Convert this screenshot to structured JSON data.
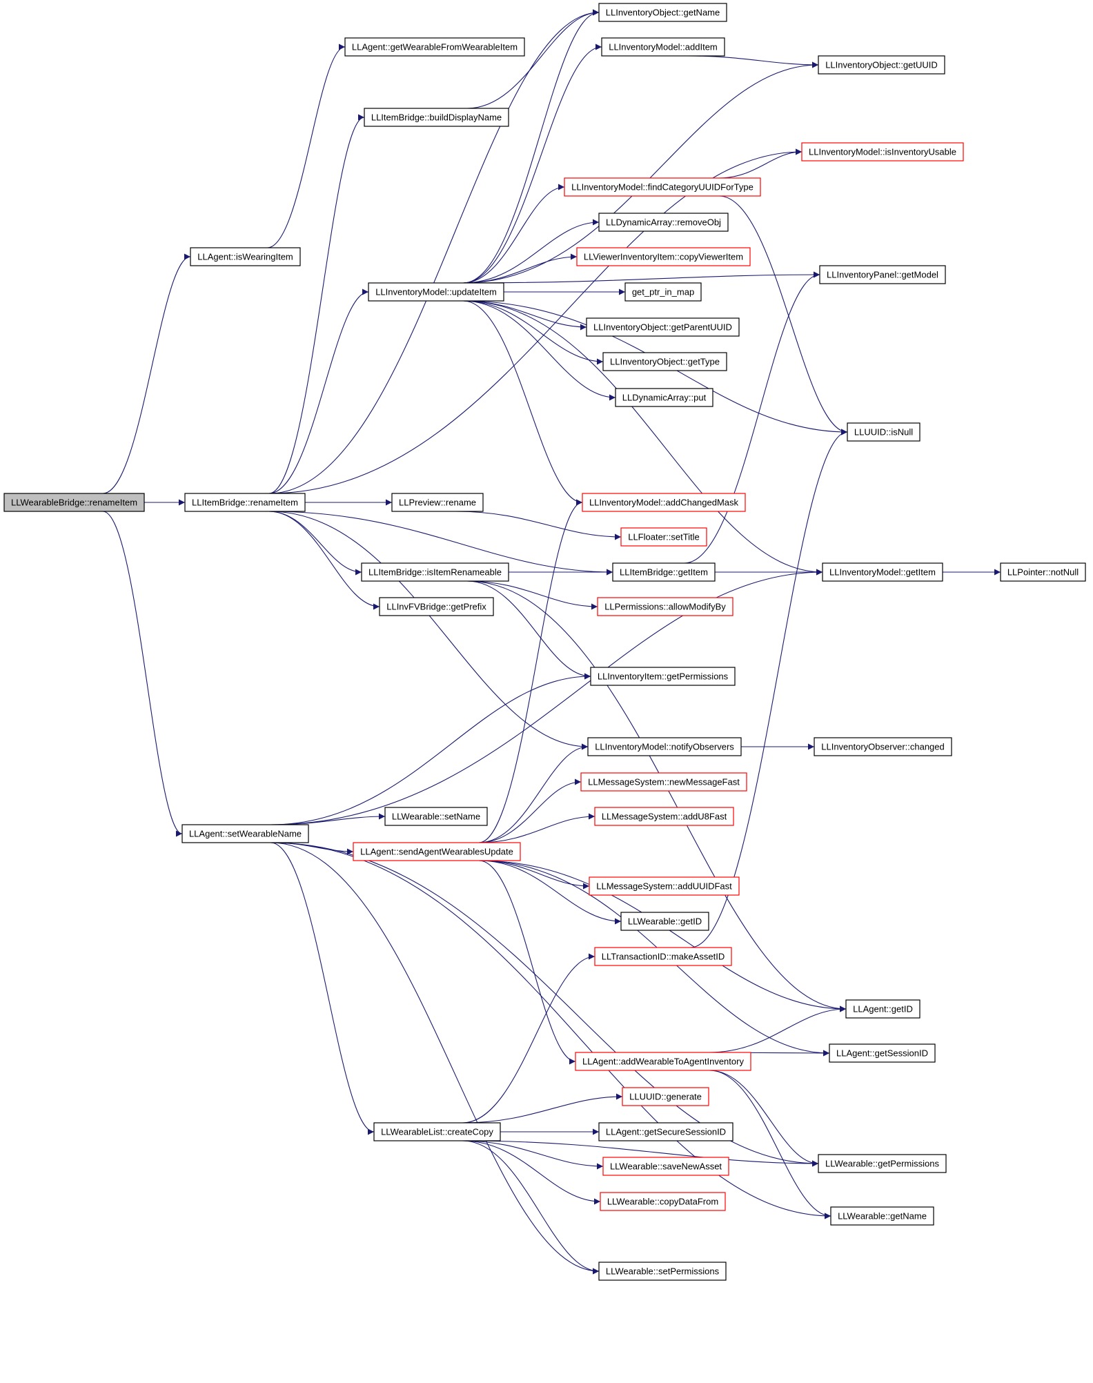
{
  "colors": {
    "edge": "#191970",
    "border_normal": "#000000",
    "border_truncated": "#ff0000",
    "root_fill": "#bfbfbf",
    "node_fill": "#ffffff"
  },
  "nodes": [
    {
      "id": "n0",
      "label": "LLWearableBridge::renameItem",
      "style": "root"
    },
    {
      "id": "n1",
      "label": "LLAgent::isWearingItem",
      "style": "normal"
    },
    {
      "id": "n2",
      "label": "LLItemBridge::renameItem",
      "style": "normal"
    },
    {
      "id": "n3",
      "label": "LLAgent::setWearableName",
      "style": "normal"
    },
    {
      "id": "n4",
      "label": "LLAgent::getWearableFromWearableItem",
      "style": "normal"
    },
    {
      "id": "n5",
      "label": "LLItemBridge::buildDisplayName",
      "style": "normal"
    },
    {
      "id": "n6",
      "label": "LLInventoryModel::updateItem",
      "style": "normal"
    },
    {
      "id": "n7",
      "label": "LLPreview::rename",
      "style": "normal"
    },
    {
      "id": "n8",
      "label": "LLItemBridge::isItemRenameable",
      "style": "normal"
    },
    {
      "id": "n9",
      "label": "LLInvFVBridge::getPrefix",
      "style": "normal"
    },
    {
      "id": "n10",
      "label": "LLWearable::setName",
      "style": "normal"
    },
    {
      "id": "n11",
      "label": "LLAgent::sendAgentWearablesUpdate",
      "style": "truncated"
    },
    {
      "id": "n12",
      "label": "LLWearableList::createCopy",
      "style": "normal"
    },
    {
      "id": "n13",
      "label": "LLInventoryObject::getName",
      "style": "normal"
    },
    {
      "id": "n14",
      "label": "LLInventoryModel::addItem",
      "style": "normal"
    },
    {
      "id": "n15",
      "label": "LLInventoryModel::findCategoryUUIDForType",
      "style": "truncated"
    },
    {
      "id": "n16",
      "label": "LLDynamicArray::removeObj",
      "style": "normal"
    },
    {
      "id": "n17",
      "label": "LLViewerInventoryItem::copyViewerItem",
      "style": "truncated"
    },
    {
      "id": "n18",
      "label": "get_ptr_in_map",
      "style": "normal"
    },
    {
      "id": "n19",
      "label": "LLInventoryObject::getParentUUID",
      "style": "normal"
    },
    {
      "id": "n20",
      "label": "LLInventoryObject::getType",
      "style": "normal"
    },
    {
      "id": "n21",
      "label": "LLDynamicArray::put",
      "style": "normal"
    },
    {
      "id": "n22",
      "label": "LLInventoryModel::addChangedMask",
      "style": "truncated"
    },
    {
      "id": "n23",
      "label": "LLFloater::setTitle",
      "style": "truncated"
    },
    {
      "id": "n24",
      "label": "LLItemBridge::getItem",
      "style": "normal"
    },
    {
      "id": "n25",
      "label": "LLPermissions::allowModifyBy",
      "style": "truncated"
    },
    {
      "id": "n26",
      "label": "LLInventoryItem::getPermissions",
      "style": "normal"
    },
    {
      "id": "n27",
      "label": "LLInventoryModel::notifyObservers",
      "style": "normal"
    },
    {
      "id": "n28",
      "label": "LLMessageSystem::newMessageFast",
      "style": "truncated"
    },
    {
      "id": "n29",
      "label": "LLMessageSystem::addU8Fast",
      "style": "truncated"
    },
    {
      "id": "n30",
      "label": "LLMessageSystem::addUUIDFast",
      "style": "truncated"
    },
    {
      "id": "n31",
      "label": "LLWearable::getID",
      "style": "normal"
    },
    {
      "id": "n32",
      "label": "LLTransactionID::makeAssetID",
      "style": "truncated"
    },
    {
      "id": "n33",
      "label": "LLAgent::addWearableToAgentInventory",
      "style": "truncated"
    },
    {
      "id": "n34",
      "label": "LLUUID::generate",
      "style": "truncated"
    },
    {
      "id": "n35",
      "label": "LLAgent::getSecureSessionID",
      "style": "normal"
    },
    {
      "id": "n36",
      "label": "LLWearable::saveNewAsset",
      "style": "truncated"
    },
    {
      "id": "n37",
      "label": "LLWearable::copyDataFrom",
      "style": "truncated"
    },
    {
      "id": "n38",
      "label": "LLWearable::setPermissions",
      "style": "normal"
    },
    {
      "id": "n39",
      "label": "LLInventoryObject::getUUID",
      "style": "normal"
    },
    {
      "id": "n40",
      "label": "LLInventoryModel::isInventoryUsable",
      "style": "truncated"
    },
    {
      "id": "n41",
      "label": "LLInventoryPanel::getModel",
      "style": "normal"
    },
    {
      "id": "n42",
      "label": "LLUUID::isNull",
      "style": "normal"
    },
    {
      "id": "n43",
      "label": "LLInventoryModel::getItem",
      "style": "normal"
    },
    {
      "id": "n44",
      "label": "LLInventoryObserver::changed",
      "style": "normal"
    },
    {
      "id": "n45",
      "label": "LLAgent::getID",
      "style": "normal"
    },
    {
      "id": "n46",
      "label": "LLAgent::getSessionID",
      "style": "normal"
    },
    {
      "id": "n47",
      "label": "LLWearable::getPermissions",
      "style": "normal"
    },
    {
      "id": "n48",
      "label": "LLWearable::getName",
      "style": "normal"
    },
    {
      "id": "n49",
      "label": "LLPointer::notNull",
      "style": "normal"
    }
  ],
  "edges": [
    [
      "n0",
      "n1"
    ],
    [
      "n0",
      "n2"
    ],
    [
      "n0",
      "n3"
    ],
    [
      "n1",
      "n4"
    ],
    [
      "n2",
      "n5"
    ],
    [
      "n2",
      "n6"
    ],
    [
      "n2",
      "n7"
    ],
    [
      "n2",
      "n8"
    ],
    [
      "n2",
      "n9"
    ],
    [
      "n2",
      "n13"
    ],
    [
      "n2",
      "n24"
    ],
    [
      "n2",
      "n27"
    ],
    [
      "n2",
      "n40"
    ],
    [
      "n3",
      "n10"
    ],
    [
      "n3",
      "n11"
    ],
    [
      "n3",
      "n12"
    ],
    [
      "n3",
      "n26"
    ],
    [
      "n3",
      "n43"
    ],
    [
      "n3",
      "n38"
    ],
    [
      "n3",
      "n47"
    ],
    [
      "n3",
      "n48"
    ],
    [
      "n5",
      "n13"
    ],
    [
      "n6",
      "n13"
    ],
    [
      "n6",
      "n14"
    ],
    [
      "n6",
      "n39"
    ],
    [
      "n6",
      "n15"
    ],
    [
      "n6",
      "n16"
    ],
    [
      "n6",
      "n17"
    ],
    [
      "n6",
      "n18"
    ],
    [
      "n6",
      "n19"
    ],
    [
      "n6",
      "n20"
    ],
    [
      "n6",
      "n21"
    ],
    [
      "n6",
      "n42"
    ],
    [
      "n6",
      "n22"
    ],
    [
      "n6",
      "n41"
    ],
    [
      "n6",
      "n43"
    ],
    [
      "n7",
      "n23"
    ],
    [
      "n8",
      "n24"
    ],
    [
      "n8",
      "n25"
    ],
    [
      "n8",
      "n26"
    ],
    [
      "n8",
      "n45"
    ],
    [
      "n11",
      "n22"
    ],
    [
      "n11",
      "n27"
    ],
    [
      "n11",
      "n28"
    ],
    [
      "n11",
      "n29"
    ],
    [
      "n11",
      "n30"
    ],
    [
      "n11",
      "n31"
    ],
    [
      "n11",
      "n33"
    ],
    [
      "n11",
      "n45"
    ],
    [
      "n11",
      "n46"
    ],
    [
      "n12",
      "n32"
    ],
    [
      "n12",
      "n34"
    ],
    [
      "n12",
      "n35"
    ],
    [
      "n12",
      "n36"
    ],
    [
      "n12",
      "n37"
    ],
    [
      "n12",
      "n38"
    ],
    [
      "n12",
      "n47"
    ],
    [
      "n14",
      "n39"
    ],
    [
      "n15",
      "n40"
    ],
    [
      "n15",
      "n42"
    ],
    [
      "n24",
      "n41"
    ],
    [
      "n24",
      "n43"
    ],
    [
      "n27",
      "n44"
    ],
    [
      "n32",
      "n42"
    ],
    [
      "n33",
      "n45"
    ],
    [
      "n33",
      "n46"
    ],
    [
      "n33",
      "n47"
    ],
    [
      "n33",
      "n48"
    ],
    [
      "n43",
      "n49"
    ]
  ]
}
